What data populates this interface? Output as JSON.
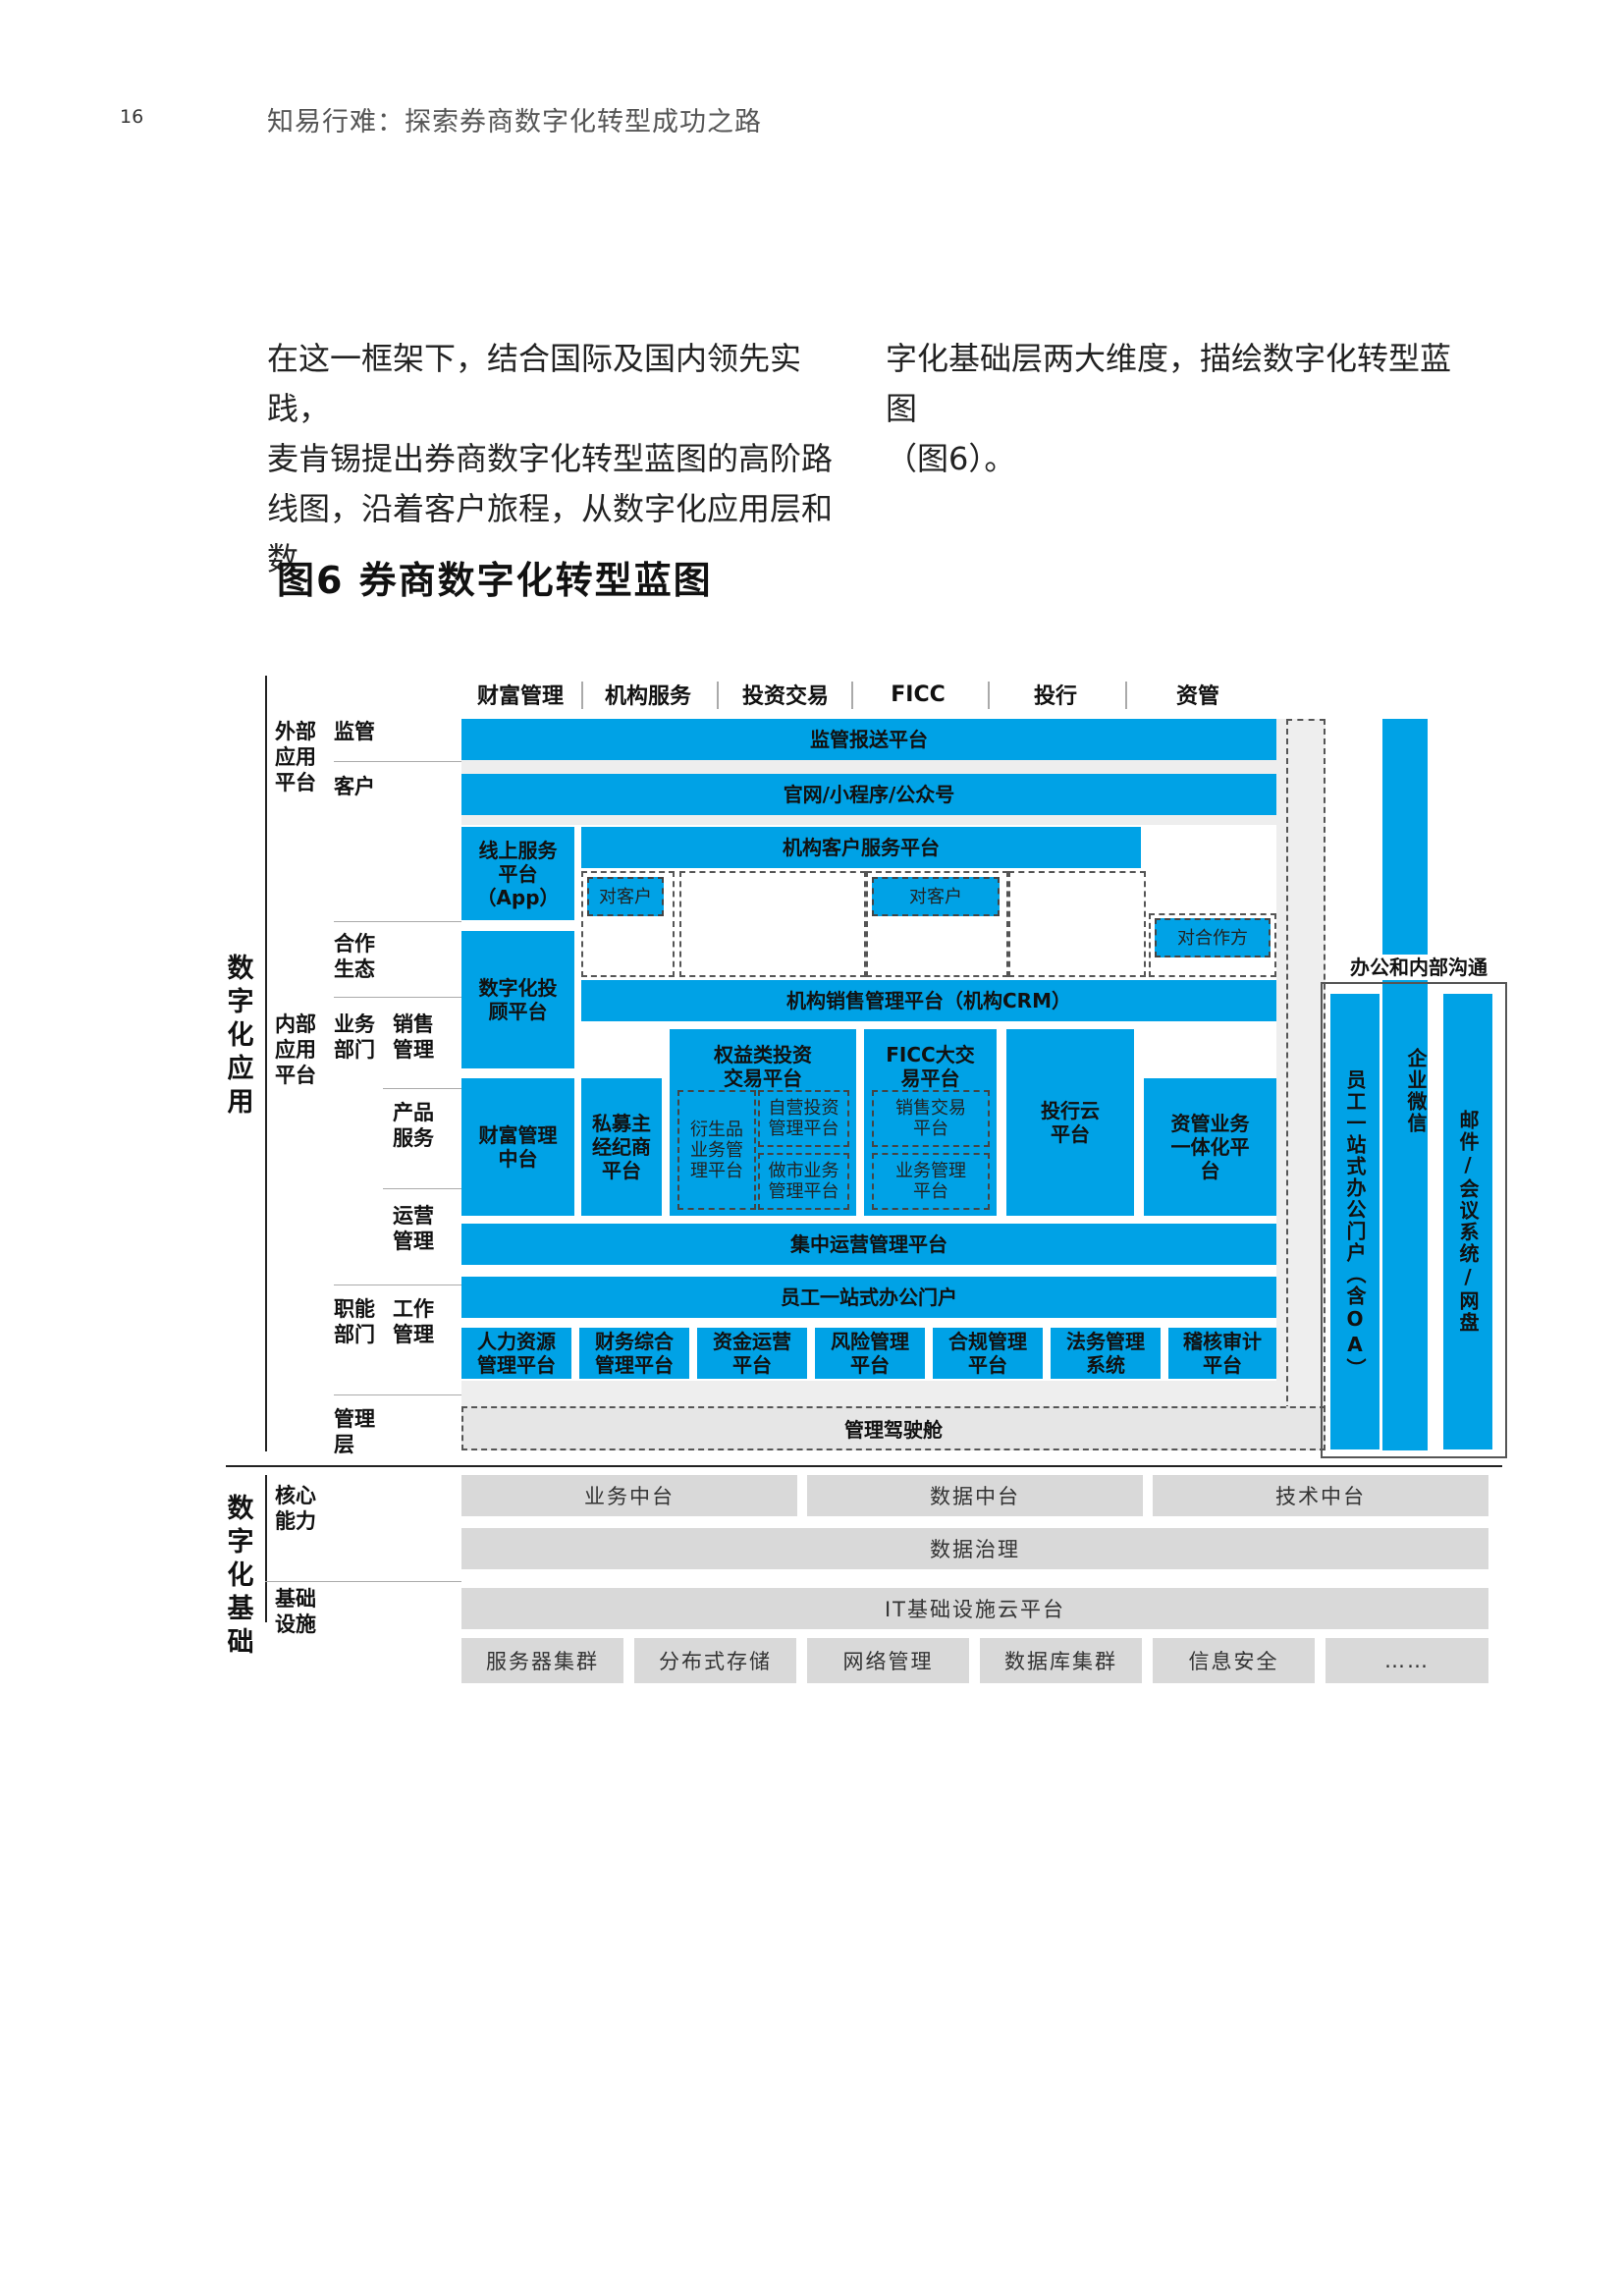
{
  "page": {
    "number": "16",
    "running_header": "知易行难：探索券商数字化转型成功之路",
    "para_left": "在这一框架下，结合国际及国内领先实践，\n麦肯锡提出券商数字化转型蓝图的高阶路\n线图，沿着客户旅程，从数字化应用层和数",
    "para_right": "字化基础层两大维度，描绘数字化转型蓝图\n（图6）。",
    "figure_title": "图6 券商数字化转型蓝图"
  },
  "diagram": {
    "columns": [
      "财富管理",
      "机构服务",
      "投资交易",
      "FICC",
      "投行",
      "资管"
    ],
    "colors": {
      "blue": "#00a2e6",
      "grey": "#d9d9d9"
    },
    "layers": {
      "app": "数字化应用",
      "base": "数字化基础",
      "external": "外部应用平台",
      "internal": "内部应用平台",
      "core": "核心能力",
      "infra": "基础设施"
    },
    "rows": {
      "supervision": "监管",
      "customer": "客户",
      "partners": "合作生态",
      "biz_dept": "业务部门",
      "sales": "销售管理",
      "product": "产品服务",
      "ops": "运营管理",
      "func_dept": "职能部门",
      "work": "工作管理",
      "mgmt": "管理层"
    },
    "boxes": {
      "reg_report": "监管报送平台",
      "website": "官网/小程序/公众号",
      "online_app": "线上服务平台（App）",
      "inst_client": "机构客户服务平台",
      "to_client_1": "对客户",
      "to_client_2": "对客户",
      "to_partner": "对合作方",
      "digital_advisor": "数字化投顾平台",
      "inst_crm": "机构销售管理平台（机构CRM）",
      "wealth_center": "财富管理中台",
      "private_broker": "私募主经纪商平台",
      "equity_trading": "权益类投资交易平台",
      "derivatives": "衍生品业务管理平台",
      "prop_invest": "自营投资管理平台",
      "market_making": "做市业务管理平台",
      "ficc_trading": "FICC大交易平台",
      "sales_trading": "销售交易平台",
      "biz_mgmt": "业务管理平台",
      "ib_cloud": "投行云平台",
      "am_integrated": "资管业务一体化平台",
      "ops_center": "集中运营管理平台",
      "staff_portal": "员工一站式办公门户",
      "hr": "人力资源管理平台",
      "finance": "财务综合管理平台",
      "treasury": "资金运营平台",
      "risk": "风险管理平台",
      "compliance": "合规管理平台",
      "legal": "法务管理系统",
      "audit": "稽核审计平台",
      "cockpit": "管理驾驶舱",
      "wecom": "企业微信",
      "office_comm": "办公和内部沟通",
      "staff_oa": "员工一站式办公门户（含OA）",
      "mail": "邮件/会议系统/网盘"
    },
    "base_boxes": {
      "biz_center": "业务中台",
      "data_center": "数据中台",
      "tech_center": "技术中台",
      "data_gov": "数据治理",
      "it_cloud": "IT基础设施云平台",
      "servers": "服务器集群",
      "storage": "分布式存储",
      "network": "网络管理",
      "db": "数据库集群",
      "security": "信息安全",
      "more": "……"
    }
  }
}
